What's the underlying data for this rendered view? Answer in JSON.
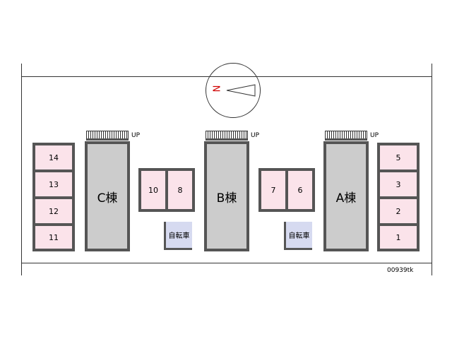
{
  "compass": {
    "north_label": "N",
    "arrow_color": "#d00000"
  },
  "stairs_label": "UP",
  "buildings": [
    {
      "key": "c",
      "label": "C棟"
    },
    {
      "key": "b",
      "label": "B棟"
    },
    {
      "key": "a",
      "label": "A棟"
    }
  ],
  "parking_left": [
    "14",
    "13",
    "12",
    "11"
  ],
  "parking_middle_left": [
    "10",
    "8"
  ],
  "parking_middle_right": [
    "7",
    "6"
  ],
  "parking_right": [
    "5",
    "3",
    "2",
    "1"
  ],
  "bicycle_label": "自転車",
  "code": "00939tk",
  "colors": {
    "parking": "#fbe3ea",
    "building": "#cccccc",
    "bicycle": "#d6daf0",
    "wall": "#555555"
  }
}
